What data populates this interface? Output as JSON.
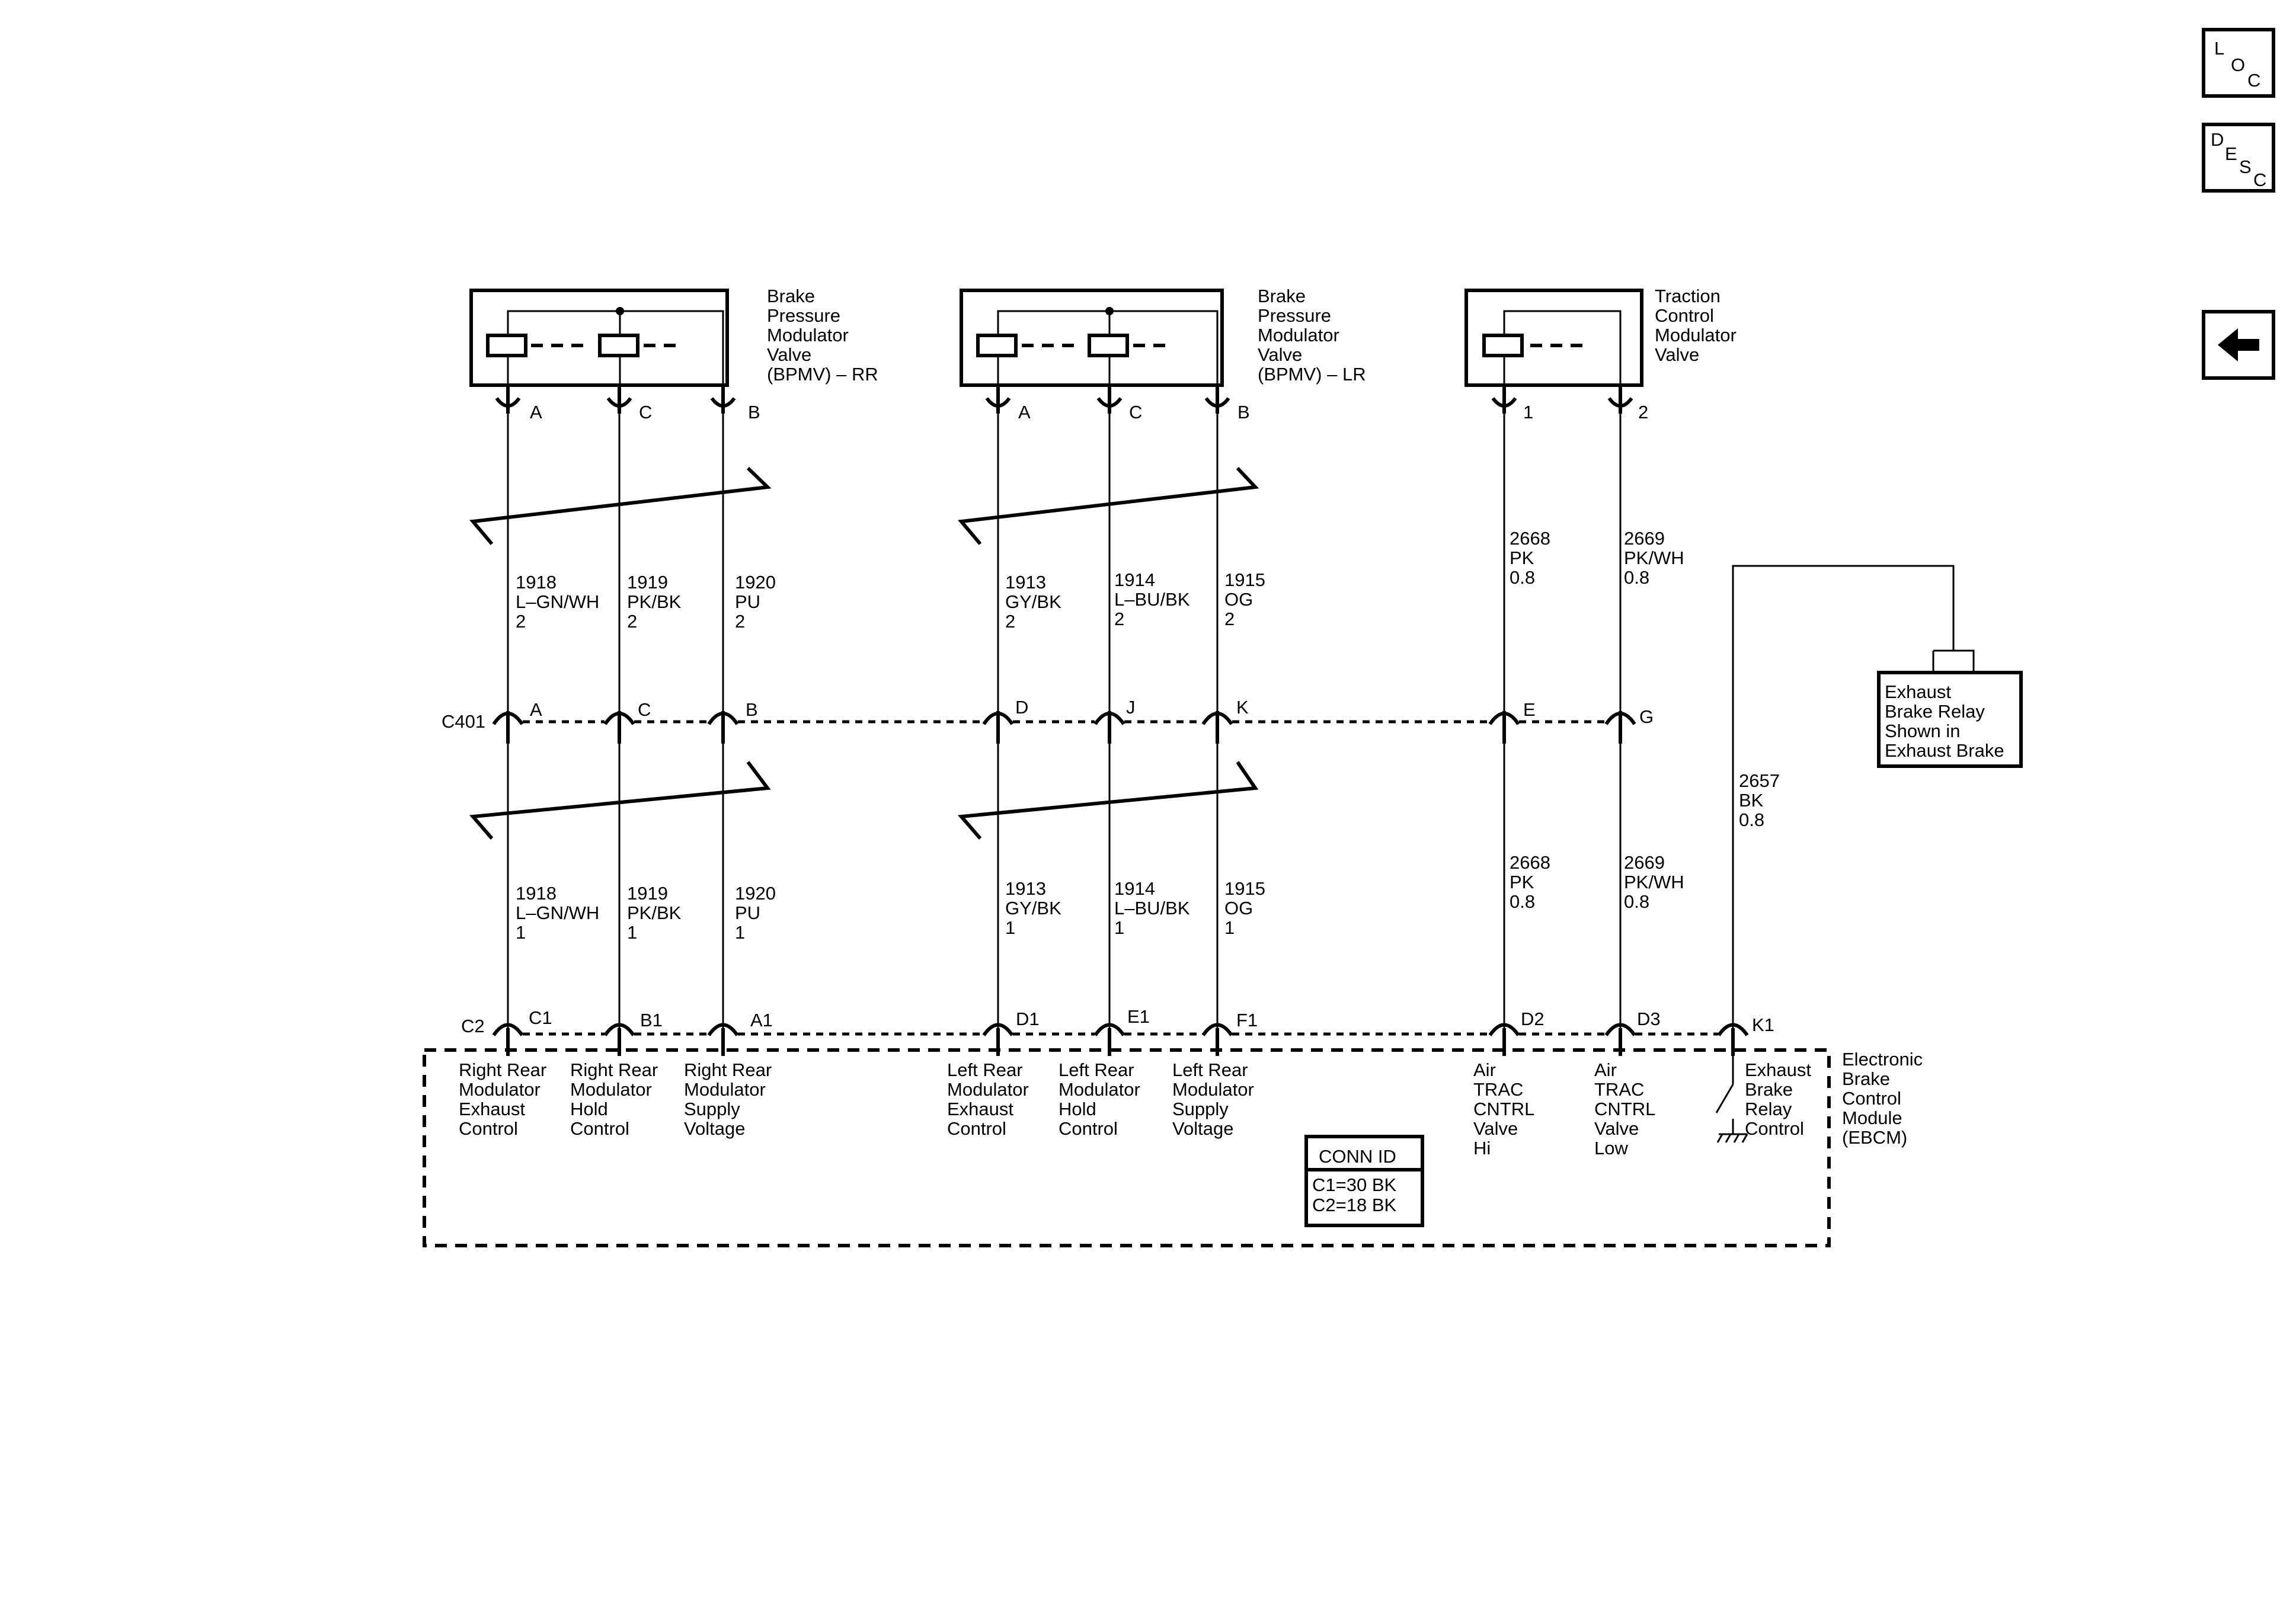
{
  "nav": {
    "loc": [
      "L",
      "O",
      "C"
    ],
    "desc": [
      "D",
      "E",
      "S",
      "C"
    ],
    "back_icon": "left-arrow-icon"
  },
  "components": {
    "bpmv_rr": [
      "Brake",
      "Pressure",
      "Modulator",
      "Valve",
      "(BPMV) – RR"
    ],
    "bpmv_lr": [
      "Brake",
      "Pressure",
      "Modulator",
      "Valve",
      "(BPMV) – LR"
    ],
    "tcmv": [
      "Traction",
      "Control",
      "Modulator",
      "Valve"
    ],
    "relay_note": [
      "Exhaust",
      "Brake Relay",
      "Shown in",
      "Exhaust Brake"
    ],
    "ebcm": [
      "Electronic",
      "Brake",
      "Control",
      "Module",
      "(EBCM)"
    ]
  },
  "pins_top": {
    "rr": [
      "A",
      "C",
      "B"
    ],
    "lr": [
      "A",
      "C",
      "B"
    ],
    "tc": [
      "1",
      "2"
    ]
  },
  "connector_c401": {
    "name": "C401",
    "pins": [
      "A",
      "C",
      "B",
      "D",
      "J",
      "K",
      "E",
      "G"
    ]
  },
  "ebcm_connector": {
    "name": "C2",
    "pins": [
      "C1",
      "B1",
      "A1",
      "D1",
      "E1",
      "F1",
      "D2",
      "D3",
      "K1"
    ]
  },
  "wires_upper": [
    [
      "1918",
      "L–GN/WH",
      "2"
    ],
    [
      "1919",
      "PK/BK",
      "2"
    ],
    [
      "1920",
      "PU",
      "2"
    ],
    [
      "1913",
      "GY/BK",
      "2"
    ],
    [
      "1914",
      "L–BU/BK",
      "2"
    ],
    [
      "1915",
      "OG",
      "2"
    ],
    [
      "2668",
      "PK",
      "0.8"
    ],
    [
      "2669",
      "PK/WH",
      "0.8"
    ]
  ],
  "wires_lower": [
    [
      "1918",
      "L–GN/WH",
      "1"
    ],
    [
      "1919",
      "PK/BK",
      "1"
    ],
    [
      "1920",
      "PU",
      "1"
    ],
    [
      "1913",
      "GY/BK",
      "1"
    ],
    [
      "1914",
      "L–BU/BK",
      "1"
    ],
    [
      "1915",
      "OG",
      "1"
    ],
    [
      "2668",
      "PK",
      "0.8"
    ],
    [
      "2669",
      "PK/WH",
      "0.8"
    ]
  ],
  "wire_relay": [
    "2657",
    "BK",
    "0.8"
  ],
  "functions": [
    [
      "Right Rear",
      "Modulator",
      "Exhaust",
      "Control"
    ],
    [
      "Right Rear",
      "Modulator",
      "Hold",
      "Control"
    ],
    [
      "Right Rear",
      "Modulator",
      "Supply",
      "Voltage"
    ],
    [
      "Left Rear",
      "Modulator",
      "Exhaust",
      "Control"
    ],
    [
      "Left Rear",
      "Modulator",
      "Hold",
      "Control"
    ],
    [
      "Left Rear",
      "Modulator",
      "Supply",
      "Voltage"
    ],
    [
      "Air",
      "TRAC",
      "CNTRL",
      "Valve",
      "Hi"
    ],
    [
      "Air",
      "TRAC",
      "CNTRL",
      "Valve",
      "Low"
    ],
    [
      "Exhaust",
      "Brake",
      "Relay",
      "Control"
    ]
  ],
  "conn_id": {
    "title": "CONN ID",
    "rows": [
      "C1=30 BK",
      "C2=18 BK"
    ]
  }
}
